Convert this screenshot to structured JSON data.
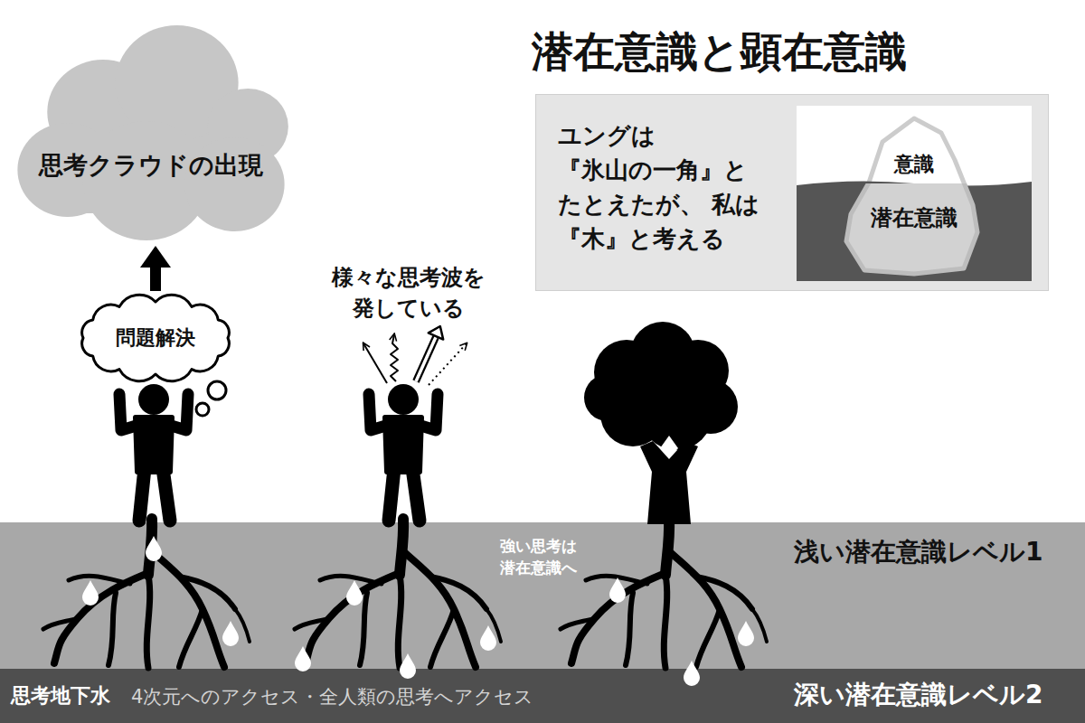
{
  "diagram": {
    "title": "潜在意識と顕在意識",
    "nodes": [
      {
        "text": [
          "思考クラウドの出現"
        ]
      },
      {
        "text": [
          "ユングは 『氷山の一角』と たとえたが、 私は『木』と考える"
        ]
      },
      {
        "text": [
          "意識",
          "潜在意識"
        ],
        "in": 1
      },
      {
        "text": [
          "問題解決"
        ]
      },
      {
        "text": [
          "強い思考は 潜在意識へ",
          "浅い潜在意識レベル1"
        ]
      },
      {
        "text": [
          "思考地下水",
          "4次元へのアクセス・全人類の思考へアクセス",
          "深い潜在意識レベル2"
        ]
      }
    ],
    "edges": [
      {
        "from": 3,
        "to": 0,
        "arrow": "to"
      }
    ],
    "labels": [
      "様々な思考波を 発している"
    ]
  }
}
